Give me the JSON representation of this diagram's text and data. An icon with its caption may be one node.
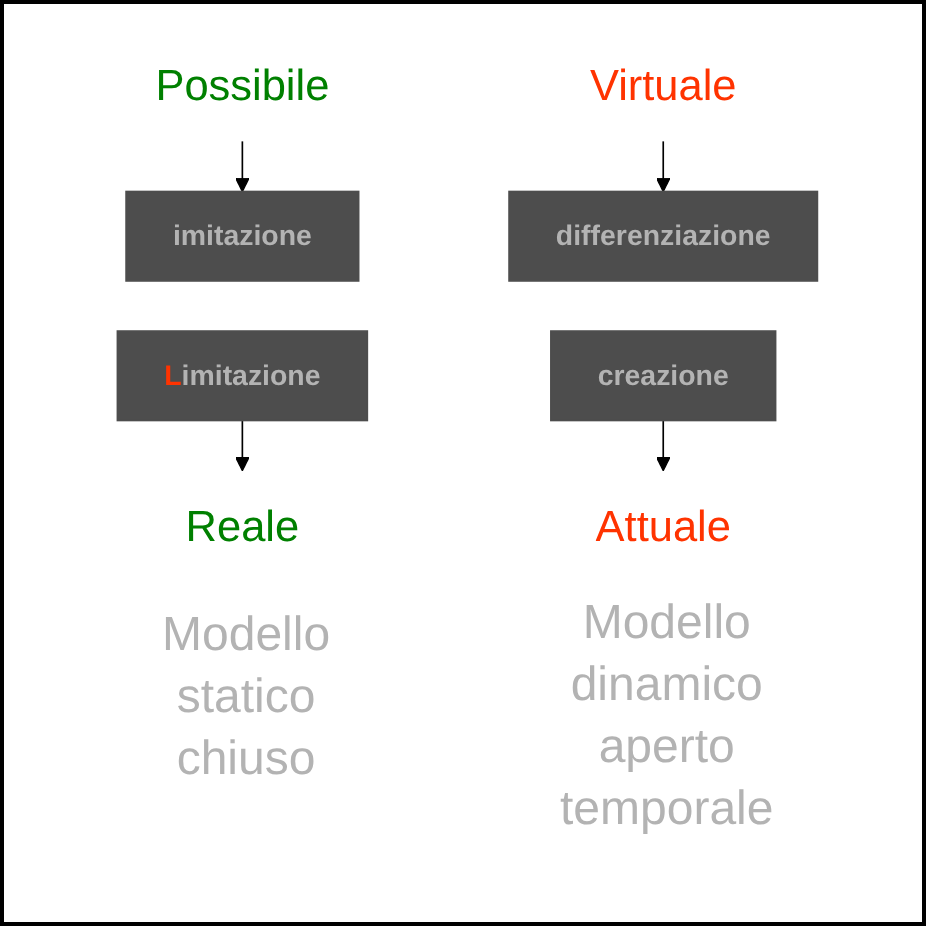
{
  "diagram": {
    "nodes": [
      {
        "text": [
          "Possibile"
        ]
      },
      {
        "text": [
          "Virtuale"
        ]
      },
      {
        "text": [
          "imitazione"
        ]
      },
      {
        "text": [
          "differenziazione"
        ]
      },
      {
        "text": [
          "Limitazione"
        ]
      },
      {
        "text": [
          "creazione"
        ]
      },
      {
        "text": [
          "Reale"
        ]
      },
      {
        "text": [
          "Attuale"
        ]
      }
    ],
    "edges": [
      {
        "from": 0,
        "to": 2,
        "arrow": "to"
      },
      {
        "from": 1,
        "to": 3,
        "arrow": "to"
      },
      {
        "from": 4,
        "to": 6,
        "arrow": "to"
      },
      {
        "from": 5,
        "to": 7,
        "arrow": "to"
      }
    ],
    "labels": [
      "Modello statico chiuso",
      "Modello dinamico aperto temporale"
    ]
  }
}
